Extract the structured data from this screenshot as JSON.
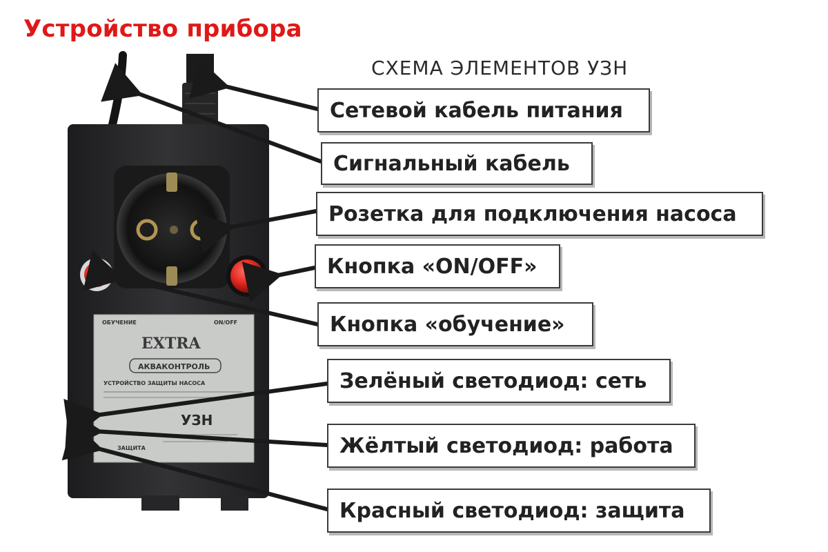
{
  "title": "Устройство прибора",
  "scheme_title": "СХЕМА ЭЛЕМЕНТОВ УЗН",
  "callouts": {
    "power_cable": "Сетевой кабель питания",
    "signal_cable": "Сигнальный кабель",
    "socket": "Розетка для подключения насоса",
    "on_off_button": "Кнопка «ON/OFF»",
    "learn_button": "Кнопка «обучение»",
    "green_led": "Зелёный светодиод: сеть",
    "yellow_led": "Жёлтый светодиод: работа",
    "red_led": "Красный светодиод: защита"
  },
  "device_label": {
    "learn": "ОБУЧЕНИЕ",
    "onoff": "ON/OFF",
    "brand": "EXTRA",
    "product_line": "АКВАКОНТРОЛЬ",
    "description": "УСТРОЙСТВО ЗАЩИТЫ НАСОСА",
    "model": "УЗН",
    "led_label": "ЗАЩИТА"
  },
  "colors": {
    "title_red": "#e01818",
    "body": "#2b2b2d",
    "label_plate": "#c9cbc9",
    "button_red": "#e52a22",
    "led_green": "#4caf50",
    "led_yellow": "#d4b44a",
    "led_red": "#d82a1e"
  }
}
